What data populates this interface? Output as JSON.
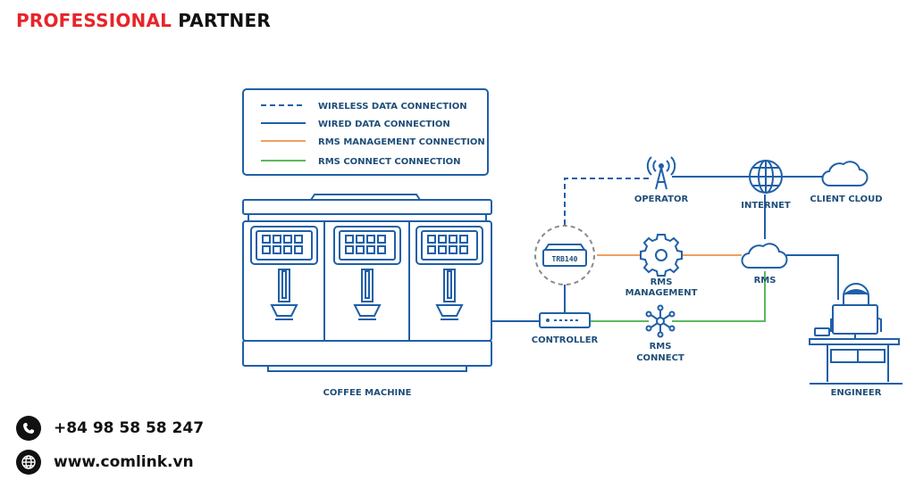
{
  "header": {
    "brand_primary": "PROFESSIONAL",
    "brand_secondary": "PARTNER"
  },
  "legend": {
    "items": [
      {
        "label": "WIRELESS DATA CONNECTION",
        "style": "dashed",
        "color": "#1f5fa8"
      },
      {
        "label": "WIRED DATA CONNECTION",
        "style": "solid",
        "color": "#1f5fa8"
      },
      {
        "label": "RMS MANAGEMENT CONNECTION",
        "style": "solid",
        "color": "#f0a060"
      },
      {
        "label": "RMS CONNECT CONNECTION",
        "style": "solid",
        "color": "#5cb85c"
      }
    ]
  },
  "nodes": {
    "coffee_machine": "COFFEE MACHINE",
    "trb140": "TRB140",
    "controller": "CONTROLLER",
    "operator": "OPERATOR",
    "internet": "INTERNET",
    "client_cloud": "CLIENT CLOUD",
    "rms_management_1": "RMS",
    "rms_management_2": "MANAGEMENT",
    "rms": "RMS",
    "rms_connect_1": "RMS",
    "rms_connect_2": "CONNECT",
    "engineer": "ENGINEER"
  },
  "contact": {
    "phone": "+84 98 58 58 247",
    "website": "www.comlink.vn"
  },
  "colors": {
    "line_blue": "#1f5fa8",
    "label_blue": "#1f4e79",
    "orange": "#f0a060",
    "green": "#5cb85c",
    "brand_red": "#e8242a"
  }
}
